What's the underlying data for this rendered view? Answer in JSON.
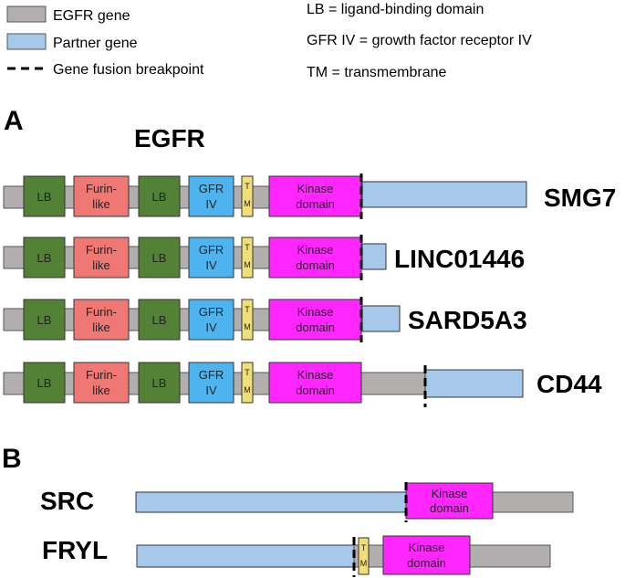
{
  "legend": {
    "egfr_gene": "EGFR gene",
    "partner_gene": "Partner gene",
    "breakpoint": "Gene fusion breakpoint",
    "lb_def": "LB = ligand-binding domain",
    "gfr_def": "GFR IV = growth factor receptor IV",
    "tm_def": "TM = transmembrane"
  },
  "panel_a": {
    "label": "A",
    "title": "EGFR",
    "domains": {
      "lb": "LB",
      "furin_1": "Furin-",
      "furin_2": "like",
      "gfr_1": "GFR",
      "gfr_2": "IV",
      "tm_1": "T",
      "tm_2": "M",
      "kinase_1": "Kinase",
      "kinase_2": "domain"
    },
    "fusions": [
      {
        "partner": "SMG7"
      },
      {
        "partner": "LINC01446"
      },
      {
        "partner": "SARD5A3"
      },
      {
        "partner": "CD44"
      }
    ]
  },
  "panel_b": {
    "label": "B",
    "genes": [
      {
        "name": "SRC"
      },
      {
        "name": "FRYL"
      }
    ]
  },
  "colors": {
    "egfr_gene": "#b3aeae",
    "partner_gene": "#a6c9e9",
    "lb": "#538135",
    "furin": "#f07874",
    "gfr": "#4db4ef",
    "tm": "#f0de76",
    "kinase": "#ff26ff"
  }
}
